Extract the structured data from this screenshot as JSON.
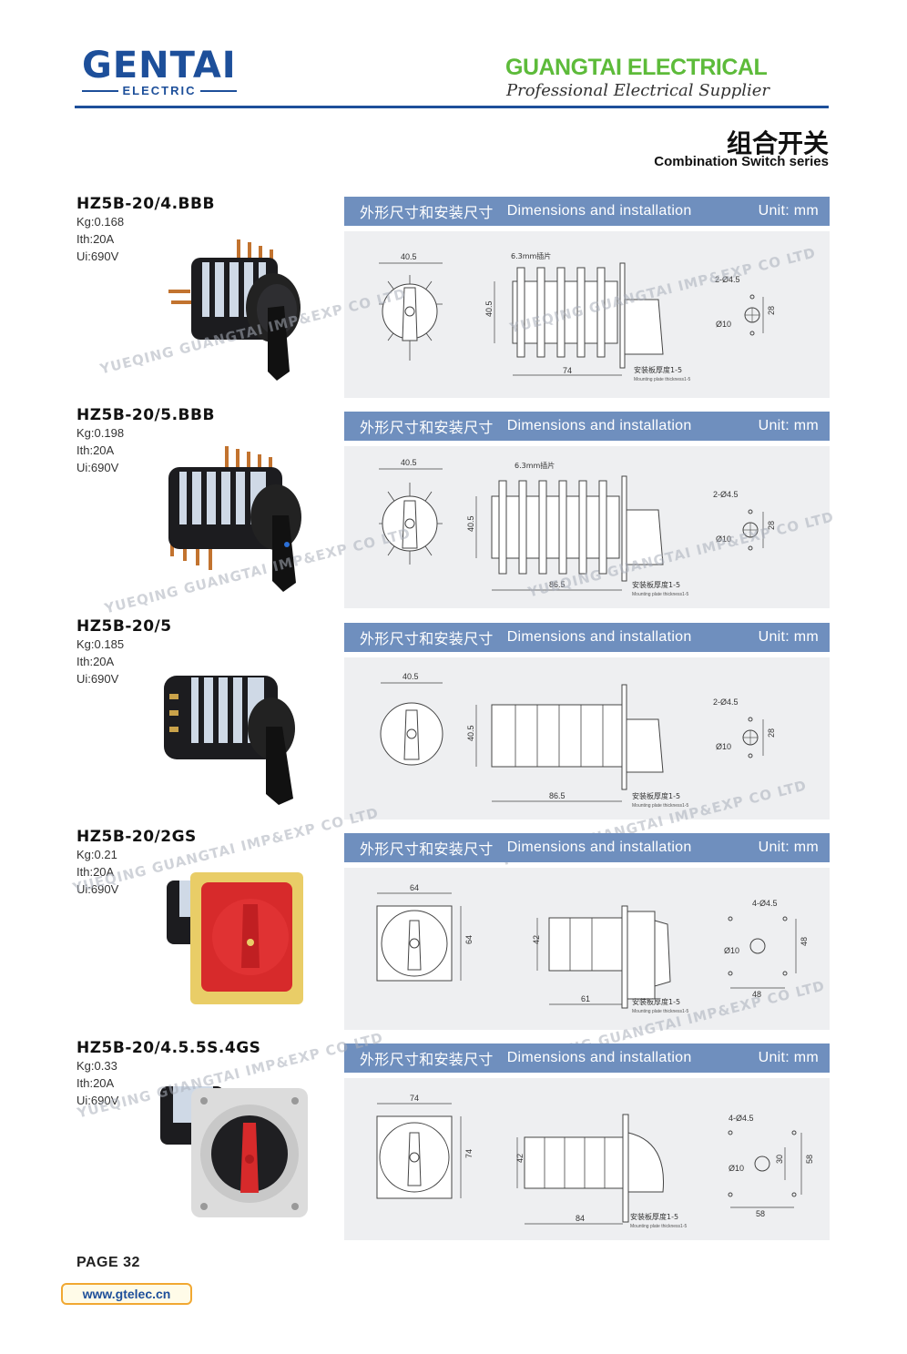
{
  "header": {
    "logo_main": "GENTAI",
    "logo_sub": "ELECTRIC",
    "company": "GUANGTAI ELECTRICAL",
    "tagline": "Professional Electrical Supplier"
  },
  "series": {
    "cn": "组合开关",
    "en": "Combination Switch series"
  },
  "panel": {
    "title_cn": "外形尺寸和安装尺寸",
    "title_en": "Dimensions and installation",
    "unit": "Unit: mm"
  },
  "watermark": "YUEQING GUANGTAI IMP&EXP CO LTD",
  "drawing_labels": {
    "plate_cn": "安装板厚度1-5",
    "plate_en": "Mounting plate thickness1-5",
    "tab": "6.3mm插片"
  },
  "products": [
    {
      "model": "HZ5B-20/4.BBB",
      "kg": "Kg:0.168",
      "ith": "Ith:20A",
      "ui": "Ui:690V",
      "dims": {
        "front_w": "40.5",
        "height": "40.5",
        "length": "74",
        "holes": "2-Ø4.5",
        "dia": "Ø10",
        "spacing": "28"
      }
    },
    {
      "model": "HZ5B-20/5.BBB",
      "kg": "Kg:0.198",
      "ith": "Ith:20A",
      "ui": "Ui:690V",
      "dims": {
        "front_w": "40.5",
        "height": "40.5",
        "length": "86.5",
        "holes": "2-Ø4.5",
        "dia": "Ø10",
        "spacing": "28"
      }
    },
    {
      "model": "HZ5B-20/5",
      "kg": "Kg:0.185",
      "ith": "Ith:20A",
      "ui": "Ui:690V",
      "dims": {
        "front_w": "40.5",
        "height": "40.5",
        "length": "86.5",
        "holes": "2-Ø4.5",
        "dia": "Ø10",
        "spacing": "28"
      }
    },
    {
      "model": "HZ5B-20/2GS",
      "kg": "Kg:0.21",
      "ith": "Ith:20A",
      "ui": "Ui:690V",
      "dims": {
        "front_w": "64",
        "front_h": "64",
        "height": "42",
        "length": "61",
        "holes": "4-Ø4.5",
        "dia": "Ø10",
        "spacing_v": "48",
        "spacing_h": "48"
      }
    },
    {
      "model": "HZ5B-20/4.5.5S.4GS",
      "kg": "Kg:0.33",
      "ith": "Ith:20A",
      "ui": "Ui:690V",
      "dims": {
        "front_w": "74",
        "front_h": "74",
        "height": "42",
        "length": "84",
        "holes": "4-Ø4.5",
        "dia": "Ø10",
        "spacing_v": "58",
        "spacing_inner": "30",
        "spacing_h": "58"
      }
    }
  ],
  "footer": {
    "page": "PAGE 32",
    "url": "www.gtelec.cn"
  }
}
